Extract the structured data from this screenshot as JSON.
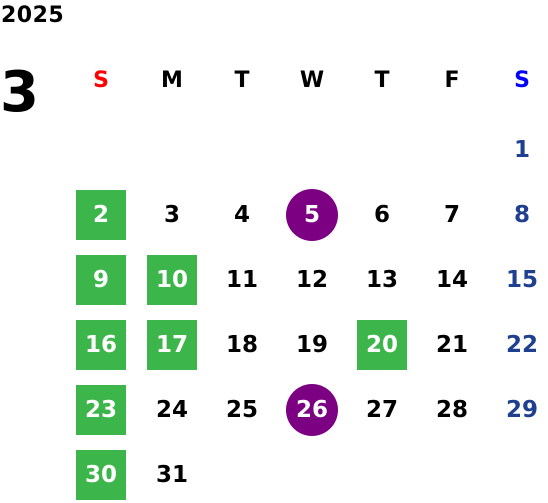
{
  "calendar": {
    "year": "2025",
    "month": "3",
    "weekdays": [
      {
        "label": "S",
        "color": "#ff0000"
      },
      {
        "label": "M",
        "color": "#000000"
      },
      {
        "label": "T",
        "color": "#000000"
      },
      {
        "label": "W",
        "color": "#000000"
      },
      {
        "label": "T",
        "color": "#000000"
      },
      {
        "label": "F",
        "color": "#000000"
      },
      {
        "label": "S",
        "color": "#0000ff"
      }
    ],
    "colors": {
      "weekday_text": "#000000",
      "saturday_text": "#1f3f8f",
      "highlight_text": "#ffffff",
      "green_box": "#3cb64a",
      "purple_circle": "#7b0082"
    },
    "weeks": [
      [
        null,
        null,
        null,
        null,
        null,
        null,
        {
          "d": "1",
          "style": "saturday"
        }
      ],
      [
        {
          "d": "2",
          "style": "green"
        },
        {
          "d": "3"
        },
        {
          "d": "4"
        },
        {
          "d": "5",
          "style": "purple"
        },
        {
          "d": "6"
        },
        {
          "d": "7"
        },
        {
          "d": "8",
          "style": "saturday"
        }
      ],
      [
        {
          "d": "9",
          "style": "green"
        },
        {
          "d": "10",
          "style": "green"
        },
        {
          "d": "11"
        },
        {
          "d": "12"
        },
        {
          "d": "13"
        },
        {
          "d": "14"
        },
        {
          "d": "15",
          "style": "saturday"
        }
      ],
      [
        {
          "d": "16",
          "style": "green"
        },
        {
          "d": "17",
          "style": "green"
        },
        {
          "d": "18"
        },
        {
          "d": "19"
        },
        {
          "d": "20",
          "style": "green"
        },
        {
          "d": "21"
        },
        {
          "d": "22",
          "style": "saturday"
        }
      ],
      [
        {
          "d": "23",
          "style": "green"
        },
        {
          "d": "24"
        },
        {
          "d": "25"
        },
        {
          "d": "26",
          "style": "purple"
        },
        {
          "d": "27"
        },
        {
          "d": "28"
        },
        {
          "d": "29",
          "style": "saturday"
        }
      ],
      [
        {
          "d": "30",
          "style": "green"
        },
        {
          "d": "31"
        },
        null,
        null,
        null,
        null,
        null
      ]
    ]
  }
}
